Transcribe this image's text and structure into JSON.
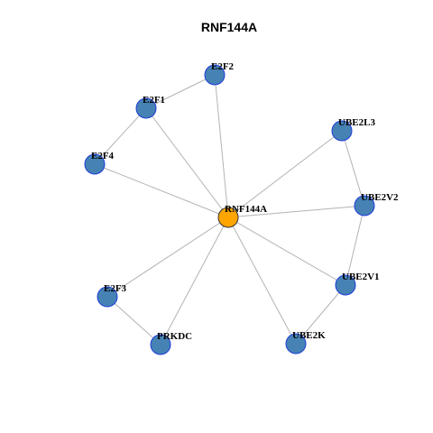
{
  "title": "RNF144A",
  "colors": {
    "center_fill": "#FFA500",
    "center_stroke": "#333333",
    "node_fill": "#4682B4",
    "node_stroke": "#1E3CDB",
    "edge": "#B3B3B3"
  },
  "network": {
    "center": "RNF144A",
    "nodes": [
      {
        "id": "RNF144A",
        "label": "RNF144A",
        "type": "center"
      },
      {
        "id": "E2F2",
        "label": "E2F2",
        "type": "neighbor"
      },
      {
        "id": "E2F1",
        "label": "E2F1",
        "type": "neighbor"
      },
      {
        "id": "E2F4",
        "label": "E2F4",
        "type": "neighbor"
      },
      {
        "id": "UBE2L3",
        "label": "UBE2L3",
        "type": "neighbor"
      },
      {
        "id": "UBE2V2",
        "label": "UBE2V2",
        "type": "neighbor"
      },
      {
        "id": "UBE2V1",
        "label": "UBE2V1",
        "type": "neighbor"
      },
      {
        "id": "E2F3",
        "label": "E2F3",
        "type": "neighbor"
      },
      {
        "id": "PRKDC",
        "label": "PRKDC",
        "type": "neighbor"
      },
      {
        "id": "UBE2K",
        "label": "UBE2K",
        "type": "neighbor"
      }
    ],
    "edges": [
      [
        "E2F2",
        "E2F1"
      ],
      [
        "E2F2",
        "RNF144A"
      ],
      [
        "E2F1",
        "E2F4"
      ],
      [
        "E2F1",
        "RNF144A"
      ],
      [
        "E2F4",
        "RNF144A"
      ],
      [
        "UBE2L3",
        "RNF144A"
      ],
      [
        "UBE2L3",
        "UBE2V2"
      ],
      [
        "UBE2V2",
        "RNF144A"
      ],
      [
        "UBE2V2",
        "UBE2V1"
      ],
      [
        "UBE2V1",
        "RNF144A"
      ],
      [
        "UBE2V1",
        "UBE2K"
      ],
      [
        "UBE2K",
        "RNF144A"
      ],
      [
        "E2F3",
        "RNF144A"
      ],
      [
        "E2F3",
        "PRKDC"
      ],
      [
        "PRKDC",
        "RNF144A"
      ]
    ]
  }
}
